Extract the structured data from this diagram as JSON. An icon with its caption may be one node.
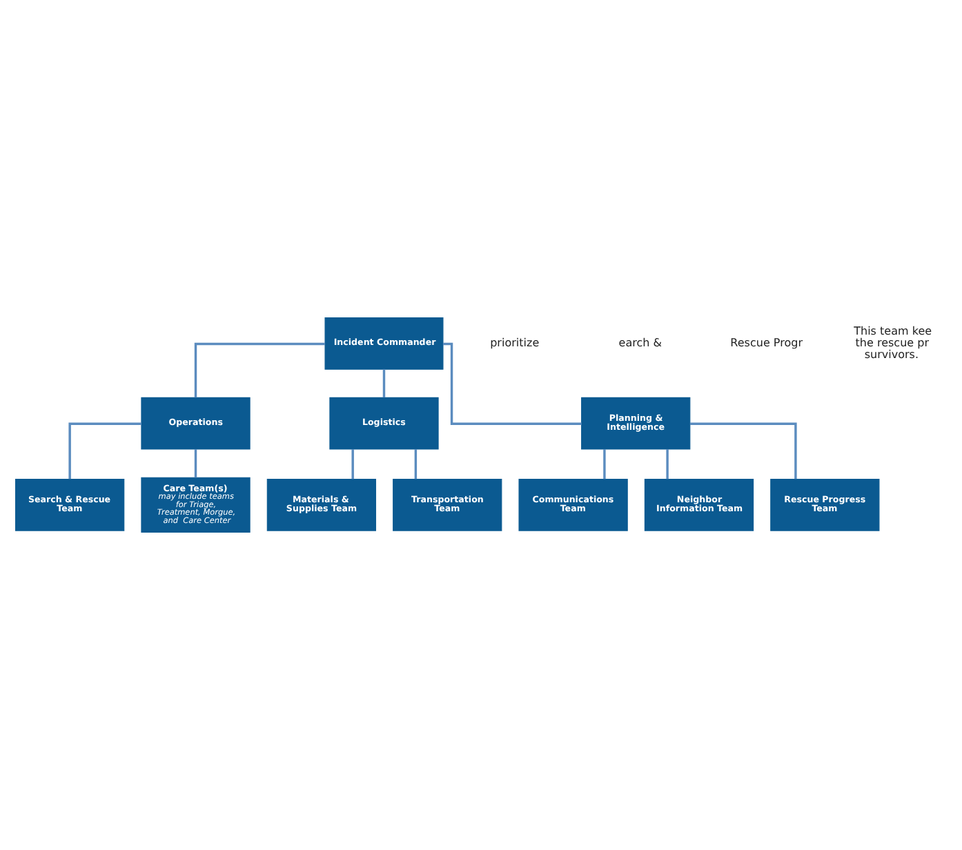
{
  "diagram": {
    "nodes": [
      {
        "text": [
          "Incident Commander"
        ]
      },
      {
        "text": [
          "Operations"
        ]
      },
      {
        "text": [
          "Logistics"
        ]
      },
      {
        "text": [
          "Planning & Intelligence"
        ]
      },
      {
        "text": [
          "Search & Rescue Team"
        ]
      },
      {
        "text": [
          "Care Team(s)",
          "may include teams for Triage, Treatment, Morgue, and  Care Center"
        ]
      },
      {
        "text": [
          "Materials & Supplies Team"
        ]
      },
      {
        "text": [
          "Transportation Team"
        ]
      },
      {
        "text": [
          "Communications Team"
        ]
      },
      {
        "text": [
          "Neighbor Information Team"
        ]
      },
      {
        "text": [
          "Rescue Progress Team"
        ]
      }
    ],
    "edges": [
      {
        "from": 0,
        "to": 1,
        "arrow": "none"
      },
      {
        "from": 0,
        "to": 2,
        "arrow": "none"
      },
      {
        "from": 0,
        "to": 3,
        "arrow": "none"
      },
      {
        "from": 1,
        "to": 4,
        "arrow": "none"
      },
      {
        "from": 1,
        "to": 5,
        "arrow": "none"
      },
      {
        "from": 2,
        "to": 6,
        "arrow": "none"
      },
      {
        "from": 2,
        "to": 7,
        "arrow": "none"
      },
      {
        "from": 3,
        "to": 8,
        "arrow": "none"
      },
      {
        "from": 3,
        "to": 9,
        "arrow": "none"
      },
      {
        "from": 3,
        "to": 10,
        "arrow": "none"
      }
    ],
    "labels": [
      "prioritize",
      "earch &",
      "Rescue Progr",
      "This team kee the rescue pr survivors."
    ]
  }
}
